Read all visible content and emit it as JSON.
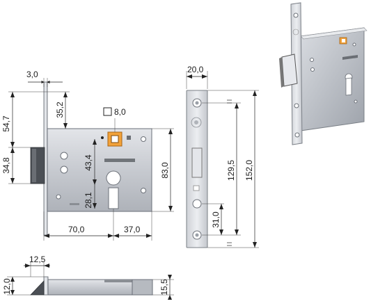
{
  "dimensions": {
    "top_width": "3,0",
    "height_top": "54,7",
    "height_bottom": "34,8",
    "backset_top": "35,2",
    "square_spindle": "8,0",
    "spindle_to_cylinder": "43,4",
    "cylinder_height": "28,1",
    "case_height": "83,0",
    "backset": "70,0",
    "cylinder_to_back": "37,0",
    "faceplate_width": "20,0",
    "faceplate_inner": "129,5",
    "faceplate_total": "152,0",
    "faceplate_lower": "31,0",
    "side_width": "12,5",
    "side_depth": "12,0",
    "side_total": "15,5"
  },
  "colors": {
    "metal": "#c9ccd2",
    "plate": "#d7d9dd",
    "brass": "#f2a23a"
  }
}
